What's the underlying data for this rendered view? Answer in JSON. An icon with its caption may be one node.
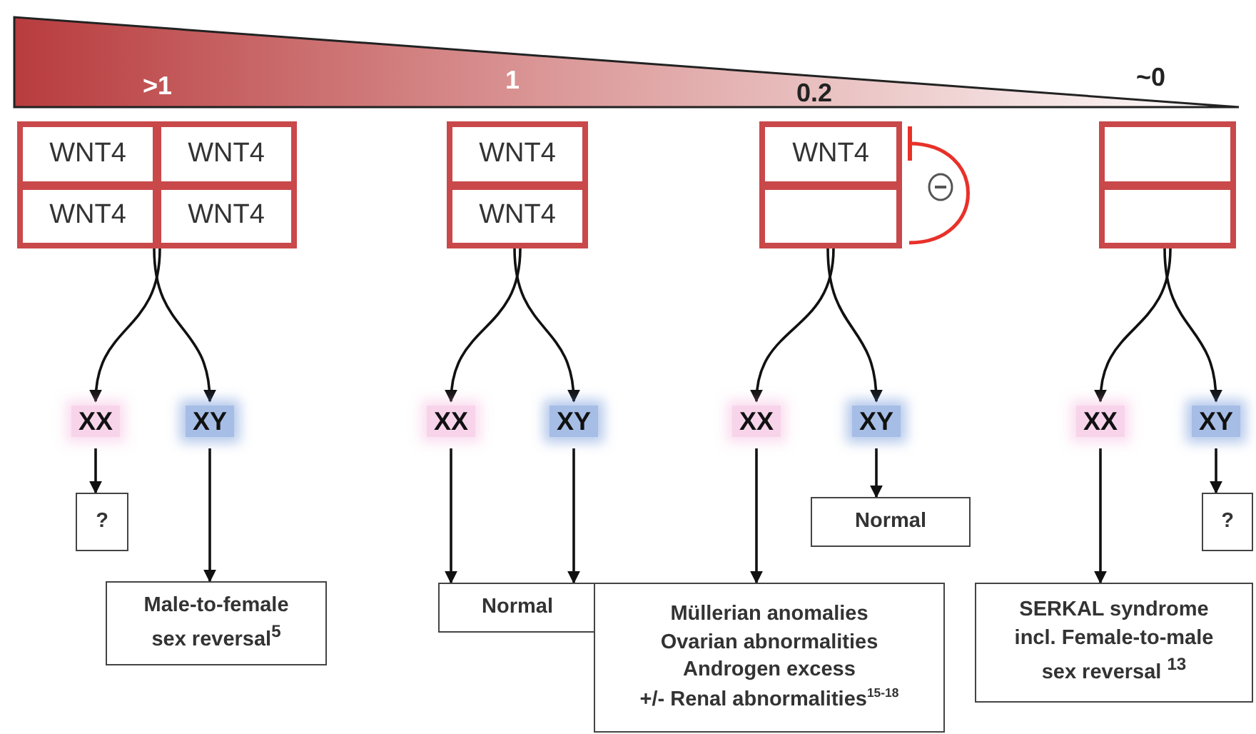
{
  "diagram": {
    "nodes": [
      {
        "text": [],
        "shape": "box"
      },
      {
        "text": [
          "WNT4"
        ],
        "in": 0
      },
      {
        "text": [
          "WNT4"
        ],
        "in": 0
      },
      {
        "text": [
          "WNT4"
        ],
        "in": 0
      },
      {
        "text": [
          "WNT4"
        ],
        "in": 0
      },
      {
        "text": [
          "XX"
        ]
      },
      {
        "text": [
          "XY"
        ]
      },
      {
        "text": [
          "?"
        ]
      },
      {
        "text": [
          "Male-to-female sex reversal$^{5}$"
        ]
      },
      {
        "text": [],
        "shape": "box"
      },
      {
        "text": [
          "WNT4"
        ],
        "in": 9
      },
      {
        "text": [
          "WNT4"
        ],
        "in": 9
      },
      {
        "text": [
          "XX"
        ]
      },
      {
        "text": [
          "XY"
        ]
      },
      {
        "text": [
          "Normal"
        ]
      },
      {
        "text": [],
        "shape": "box"
      },
      {
        "text": [
          "WNT4"
        ],
        "in": 15
      },
      {
        "text": [],
        "shape": "box",
        "in": 15
      },
      {
        "text": [
          "XX"
        ]
      },
      {
        "text": [
          "XY"
        ]
      },
      {
        "text": [
          "Normal"
        ]
      },
      {
        "text": [
          "Müllerian anomalies",
          "Ovarian abnormalities",
          "Androgen excess",
          "+/- Renal abnormalities$^{15-18}$"
        ]
      },
      {
        "text": [],
        "shape": "box"
      },
      {
        "text": [],
        "shape": "box",
        "in": 22
      },
      {
        "text": [],
        "shape": "box",
        "in": 22
      },
      {
        "text": [
          "XX"
        ]
      },
      {
        "text": [
          "XY"
        ]
      },
      {
        "text": [
          "?"
        ]
      },
      {
        "text": [
          "SERKAL syndrome incl. Female-to-male sex reversal $^{13}$"
        ]
      }
    ],
    "edges": [
      {
        "from": 0,
        "to": 5,
        "arrow": "to"
      },
      {
        "from": 0,
        "to": 6,
        "arrow": "to"
      },
      {
        "from": 5,
        "to": 7,
        "arrow": "to"
      },
      {
        "from": 6,
        "to": 8,
        "arrow": "to"
      },
      {
        "from": 9,
        "to": 12,
        "arrow": "to"
      },
      {
        "from": 9,
        "to": 13,
        "arrow": "to"
      },
      {
        "from": 12,
        "to": 14,
        "arrow": "to"
      },
      {
        "from": 13,
        "to": 14,
        "arrow": "to"
      },
      {
        "from": 17,
        "to": 16,
        "arrow": "other",
        "color": "#e8312a"
      },
      {
        "from": 15,
        "to": 18,
        "arrow": "to"
      },
      {
        "from": 15,
        "to": 19,
        "arrow": "to"
      },
      {
        "from": 18,
        "to": 21,
        "arrow": "to"
      },
      {
        "from": 19,
        "to": 20,
        "arrow": "to"
      },
      {
        "from": 22,
        "to": 25,
        "arrow": "to"
      },
      {
        "from": 22,
        "to": 26,
        "arrow": "to"
      },
      {
        "from": 25,
        "to": 28,
        "arrow": "to"
      },
      {
        "from": 26,
        "to": 27,
        "arrow": "to"
      }
    ],
    "labels": [
      ">1",
      "1",
      "0.2",
      "~0"
    ]
  }
}
